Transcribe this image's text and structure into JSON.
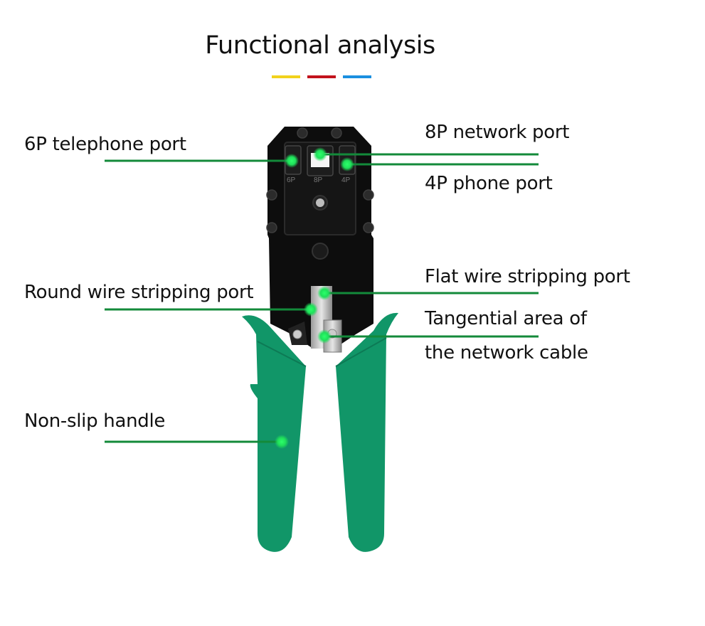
{
  "title": "Functional analysis",
  "accent_bars": [
    {
      "name": "yellow",
      "color": "#f2d21c"
    },
    {
      "name": "red",
      "color": "#c2121c"
    },
    {
      "name": "blue",
      "color": "#1b8fe0"
    }
  ],
  "colors": {
    "leader_line": "#138a3a",
    "callout_dot": "#1fe05a",
    "handle": "#119668",
    "tool_body": "#0d0d0d"
  },
  "tool": {
    "die_markings": [
      "6P",
      "8P",
      "4P"
    ]
  },
  "callouts": [
    {
      "id": "6p",
      "label": "6P telephone port"
    },
    {
      "id": "8p",
      "label": "8P network port"
    },
    {
      "id": "4p",
      "label": "4P phone port"
    },
    {
      "id": "round",
      "label": "Round wire stripping port"
    },
    {
      "id": "flat",
      "label": "Flat wire stripping port"
    },
    {
      "id": "cutter",
      "label_line1": "Tangential area of",
      "label_line2": "the network cable"
    },
    {
      "id": "handle",
      "label": "Non-slip handle"
    }
  ]
}
